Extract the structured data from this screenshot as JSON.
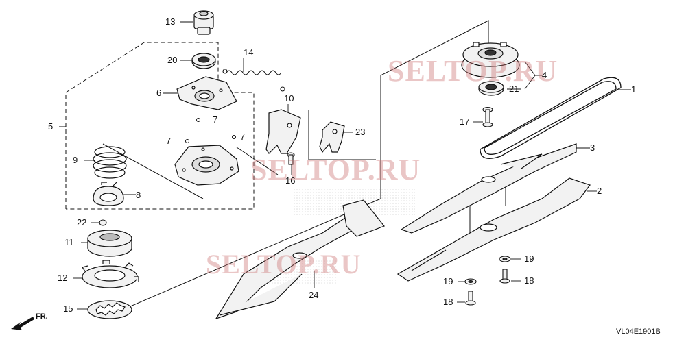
{
  "watermark": "SELTOP.RU",
  "diagram_code": "VL04E1901B",
  "direction_label": "FR.",
  "callouts": [
    "1",
    "2",
    "3",
    "4",
    "5",
    "6",
    "7",
    "7",
    "7",
    "8",
    "9",
    "10",
    "11",
    "12",
    "13",
    "14",
    "15",
    "16",
    "17",
    "18",
    "18",
    "19",
    "19",
    "20",
    "21",
    "22",
    "23",
    "24"
  ],
  "colors": {
    "line": "#111111",
    "part_fill": "#f2f2f2",
    "watermark": "#cd7878"
  }
}
